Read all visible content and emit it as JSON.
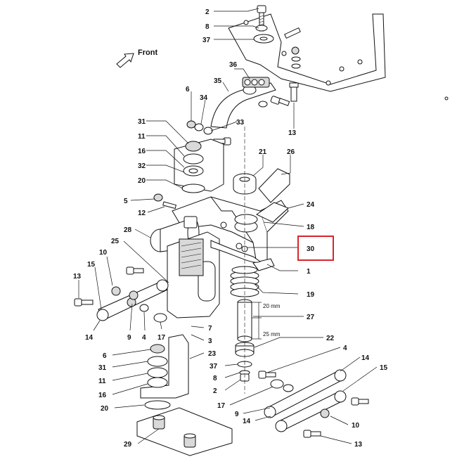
{
  "diagram": {
    "direction_label": "Front",
    "highlight_color": "#d6262b",
    "highlighted_callout": "30",
    "dimensions": {
      "upper": "20 mm",
      "lower": "25 mm"
    },
    "callouts": [
      "2",
      "8",
      "37",
      "36",
      "35",
      "6",
      "34",
      "33",
      "13",
      "31",
      "11",
      "16",
      "32",
      "20",
      "21",
      "26",
      "5",
      "12",
      "24",
      "18",
      "28",
      "25",
      "30",
      "10",
      "15",
      "1",
      "13",
      "9",
      "4",
      "14",
      "19",
      "27",
      "17",
      "7",
      "3",
      "22",
      "6",
      "23",
      "31",
      "11",
      "16",
      "20",
      "37",
      "8",
      "2",
      "4",
      "14",
      "15",
      "17",
      "9",
      "14",
      "10",
      "29",
      "13"
    ]
  }
}
